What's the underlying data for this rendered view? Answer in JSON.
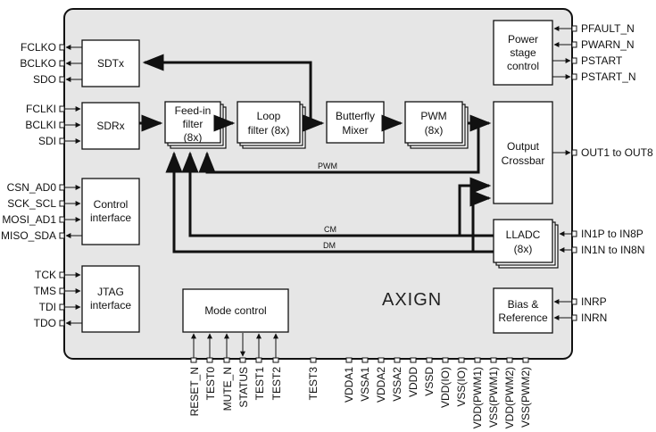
{
  "blocks": {
    "sdtx": [
      "SDTx"
    ],
    "sdrx": [
      "SDRx"
    ],
    "control": [
      "Control",
      "interface"
    ],
    "jtag": [
      "JTAG",
      "interface"
    ],
    "feedin": [
      "Feed-in",
      "filter",
      "(8x)"
    ],
    "loop": [
      "Loop",
      "filter (8x)"
    ],
    "butterfly": [
      "Butterfly",
      "Mixer"
    ],
    "pwm": [
      "PWM",
      "(8x)"
    ],
    "crossbar": [
      "Output",
      "Crossbar"
    ],
    "power": [
      "Power",
      "stage",
      "control"
    ],
    "lladc": [
      "LLADC",
      "(8x)"
    ],
    "bias": [
      "Bias &",
      "Reference"
    ],
    "mode": [
      "Mode control"
    ]
  },
  "signals": {
    "pwm": "PWM",
    "cm": "CM",
    "dm": "DM"
  },
  "logo": "AXIGN",
  "pins": {
    "left": [
      "FCLKO",
      "BCLKO",
      "SDO",
      "FCLKI",
      "BCLKI",
      "SDI",
      "CSN_AD0",
      "SCK_SCL",
      "MOSI_AD1",
      "MISO_SDA",
      "TCK",
      "TMS",
      "TDI",
      "TDO"
    ],
    "right": [
      "PFAULT_N",
      "PWARN_N",
      "PSTART",
      "PSTART_N",
      "OUT1 to OUT8",
      "IN1P to IN8P",
      "IN1N to IN8N",
      "INRP",
      "INRN"
    ],
    "bottom": [
      "RESET_N",
      "TEST0",
      "MUTE_N",
      "STATUS",
      "TEST1",
      "TEST2",
      "TEST3",
      "VDDA1",
      "VSSA1",
      "VDDA2",
      "VSSA2",
      "VDDD",
      "VSSD",
      "VDD(IO)",
      "VSS(IO)",
      "VDD(PWM1)",
      "VSS(PWM1)",
      "VDD(PWM2)",
      "VSS(PWM2)"
    ]
  },
  "colors": {
    "chip_fill": "#e6e6e6",
    "stroke": "#111111",
    "block_fill": "#ffffff"
  }
}
